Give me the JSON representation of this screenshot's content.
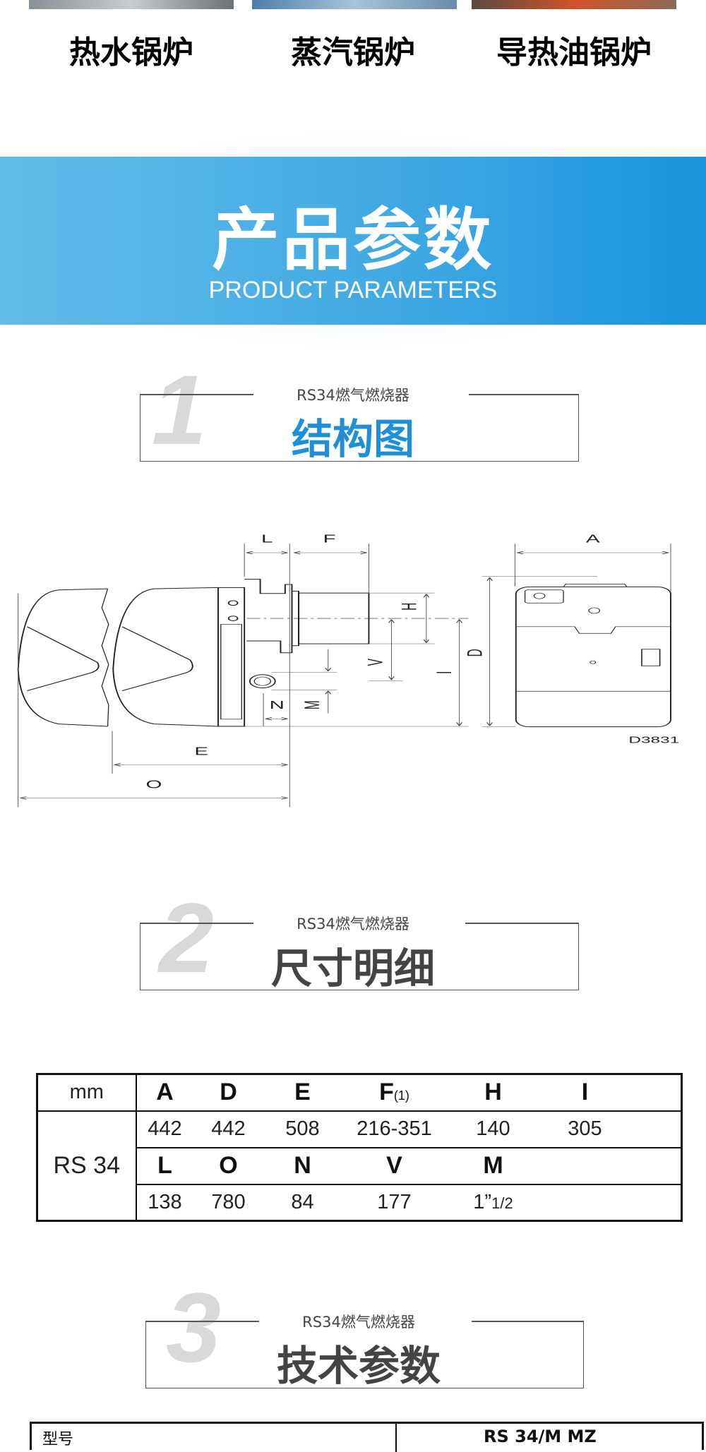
{
  "boiler_types": [
    "热水锅炉",
    "蒸汽锅炉",
    "导热油锅炉"
  ],
  "banner": {
    "title": "产品参数",
    "subtitle": "PRODUCT PARAMETERS"
  },
  "sections": [
    {
      "number": "1",
      "subtitle": "RS34燃气燃烧器",
      "title": "结构图"
    },
    {
      "number": "2",
      "subtitle": "RS34燃气燃烧器",
      "title": "尺寸明细"
    },
    {
      "number": "3",
      "subtitle": "RS34燃气燃烧器",
      "title": "技术参数"
    }
  ],
  "diagram": {
    "labels": {
      "L": "L",
      "F": "F",
      "A": "A",
      "H": "H",
      "V": "V",
      "I": "I",
      "D": "D",
      "E": "E",
      "O": "O",
      "N": "N",
      "M": "M"
    },
    "code": "D3831"
  },
  "dimensions": {
    "unit": "mm",
    "model": "RS 34",
    "headers1": [
      "A",
      "D",
      "E",
      "F",
      "H",
      "I"
    ],
    "f_note": "(1)",
    "values1": [
      "442",
      "442",
      "508",
      "216-351",
      "140",
      "305"
    ],
    "headers2": [
      "L",
      "O",
      "N",
      "V",
      "M"
    ],
    "values2": [
      "138",
      "780",
      "84",
      "177",
      "1”"
    ],
    "m_fraction": "1/2"
  },
  "tech_table": {
    "label": "型号",
    "value": "RS 34/M MZ"
  },
  "colors": {
    "banner": "#41a9e3",
    "title_blue": "#1f8fd8",
    "section_grey": "#444"
  }
}
